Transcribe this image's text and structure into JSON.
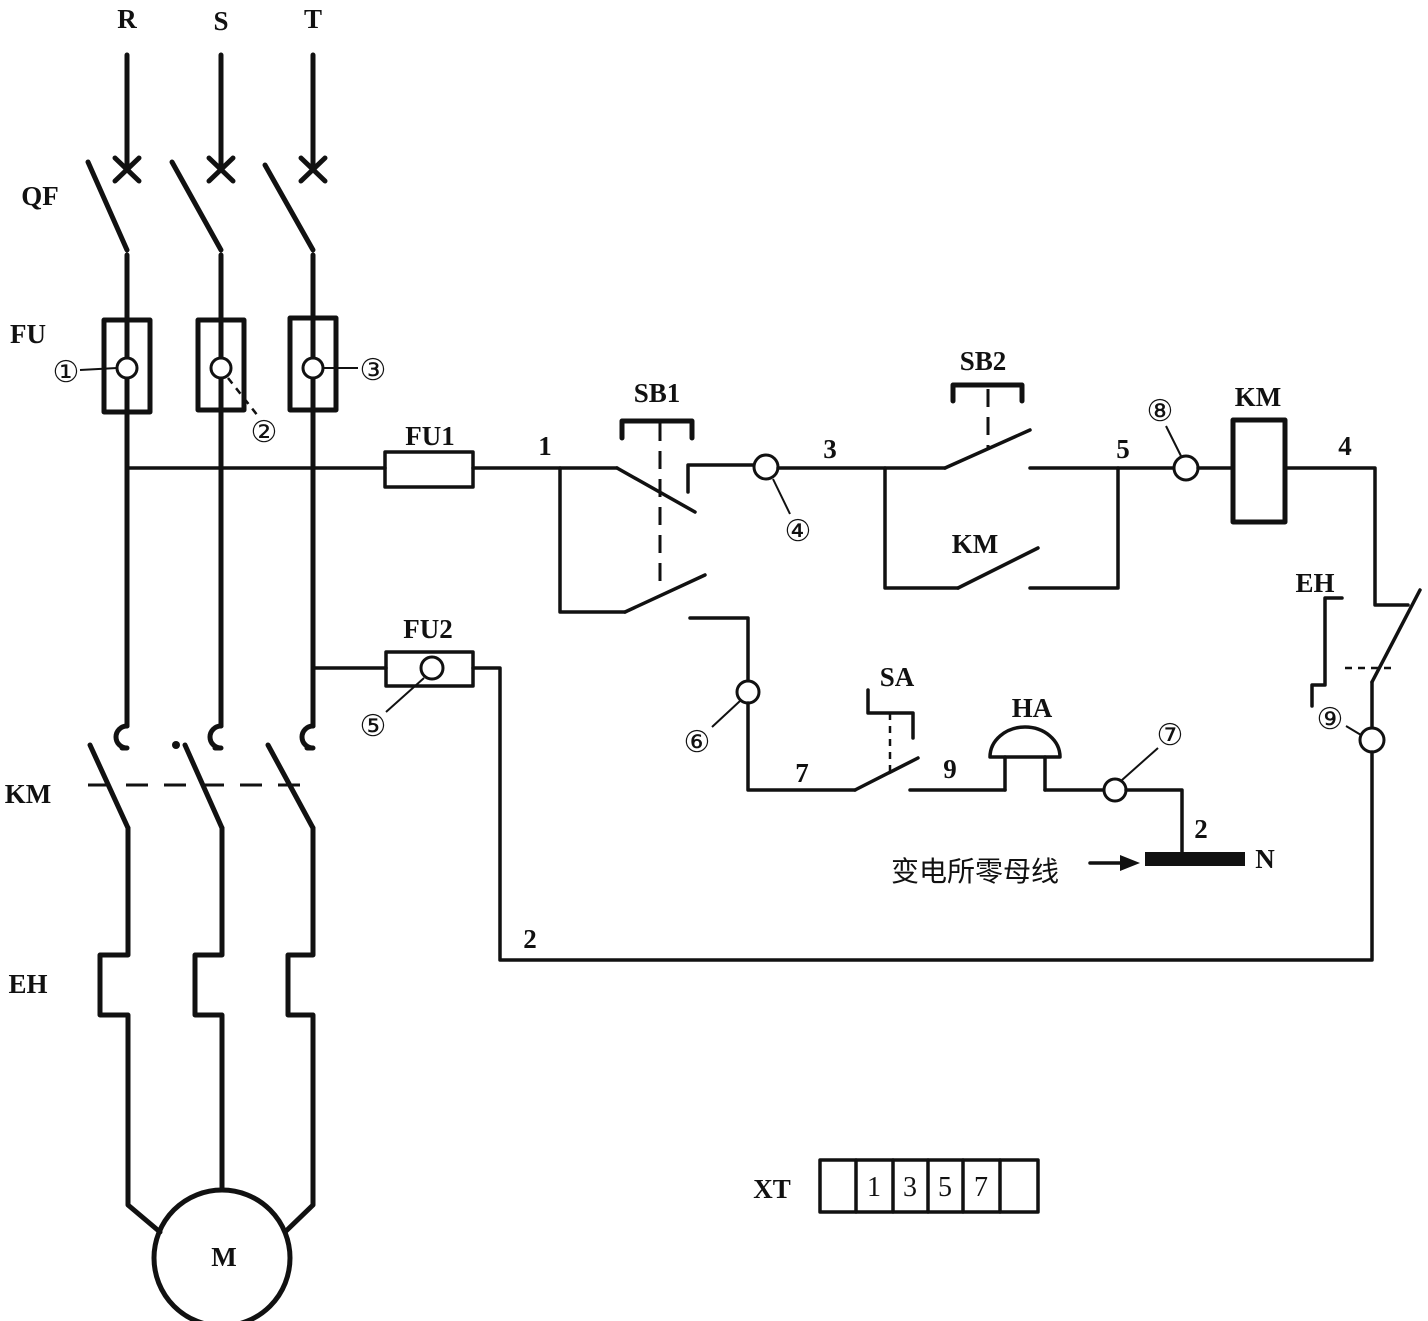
{
  "phases": {
    "r": "R",
    "s": "S",
    "t": "T"
  },
  "labels": {
    "qf": "QF",
    "fu": "FU",
    "fu1": "FU1",
    "fu2": "FU2",
    "sb1": "SB1",
    "sb2": "SB2",
    "km_aux": "KM",
    "km_coil": "KM",
    "km_main": "KM",
    "eh_contact": "EH",
    "eh_main": "EH",
    "sa": "SA",
    "ha": "HA",
    "motor": "M",
    "xt": "XT",
    "n": "N",
    "busbar": "变电所零母线"
  },
  "terminals": {
    "t1": "①",
    "t2": "②",
    "t3": "③",
    "t4": "④",
    "t5": "⑤",
    "t6": "⑥",
    "t7": "⑦",
    "t8": "⑧",
    "t9": "⑨"
  },
  "wires": {
    "w1": "1",
    "w3": "3",
    "w5": "5",
    "w4": "4",
    "w7": "7",
    "w9": "9",
    "w2_neutral": "2",
    "w2_return": "2"
  },
  "xt_cells": [
    "1",
    "3",
    "5",
    "7"
  ]
}
